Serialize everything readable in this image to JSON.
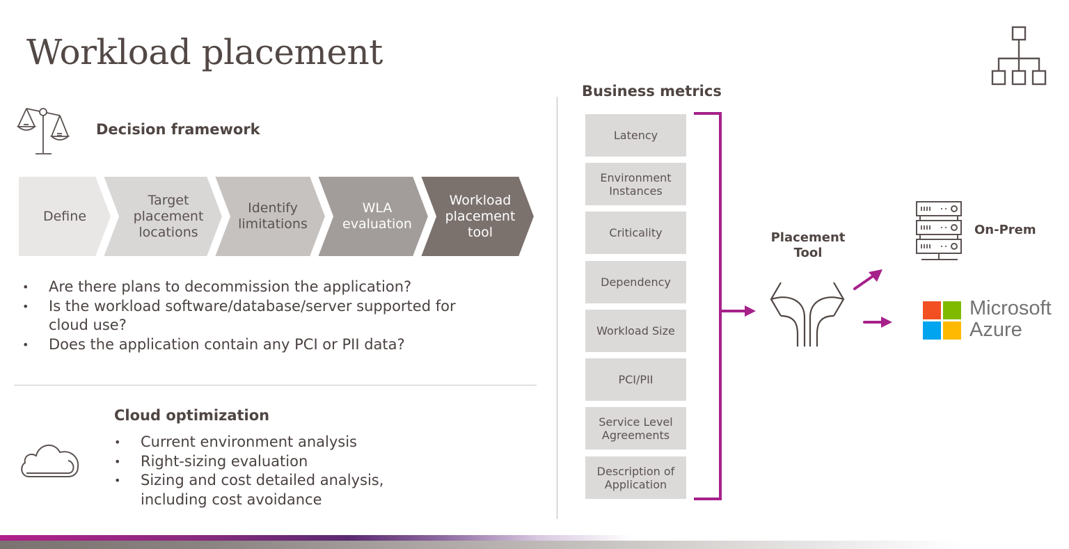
{
  "slide": {
    "title": "Workload placement"
  },
  "decision_framework": {
    "icon": "scales-icon",
    "title": "Decision framework",
    "steps": [
      {
        "label": "Define",
        "color": "#e9e7e6",
        "text_color": "#5a5250"
      },
      {
        "label": "Target\nplacement\nlocations",
        "color": "#d9d7d6",
        "text_color": "#5a5250"
      },
      {
        "label": "Identify\nlimitations",
        "color": "#c6c2c0",
        "text_color": "#5a5250"
      },
      {
        "label": "WLA\nevaluation",
        "color": "#a29d9a",
        "text_color": "#ffffff"
      },
      {
        "label": "Workload\nplacement\ntool",
        "color": "#7b716d",
        "text_color": "#ffffff"
      }
    ],
    "questions": [
      "Are there plans to decommission the application?",
      "Is the workload software/database/server supported for cloud use?",
      "Does the application contain any PCI or PII data?"
    ]
  },
  "cloud_optimization": {
    "icon": "cloud-icon",
    "title": "Cloud optimization",
    "items": [
      "Current environment analysis",
      "Right-sizing evaluation",
      "Sizing and cost detailed analysis, including cost avoidance"
    ]
  },
  "business_metrics": {
    "title": "Business metrics",
    "metrics": [
      "Latency",
      "Environment\nInstances",
      "Criticality",
      "Dependency",
      "Workload Size",
      "PCI/PII",
      "Service Level\nAgreements",
      "Description of\nApplication"
    ]
  },
  "placement_tool": {
    "label": "Placement\nTool",
    "icon": "fork-road-icon"
  },
  "destinations": {
    "on_prem": {
      "label": "On-Prem",
      "icon": "server-rack-icon"
    },
    "azure": {
      "line1": "Microsoft",
      "line2": "Azure",
      "icon": "microsoft-logo-icon"
    }
  },
  "colors": {
    "accent": "#a6218a",
    "text_dark": "#4f4542",
    "metric_box": "#dcdad9",
    "ms_red": "#f25022",
    "ms_green": "#7fba00",
    "ms_blue": "#00a4ef",
    "ms_yellow": "#ffb900",
    "ms_text": "#737373"
  }
}
